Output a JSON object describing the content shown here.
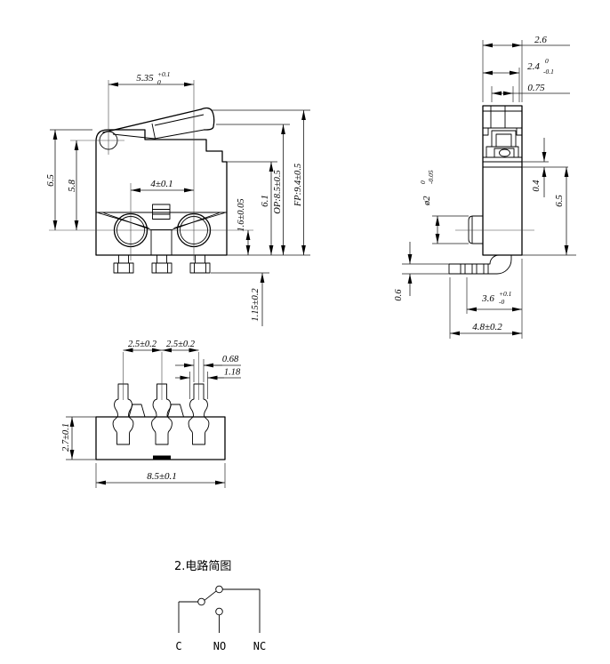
{
  "drawing": {
    "front_view": {
      "dim_lever": {
        "value": "5.35",
        "tol_up": "+0.1",
        "tol_dn": "0"
      },
      "dim_total_height": "6.5",
      "dim_hinge_height": "5.8",
      "dim_hole_pitch": "4±0.1",
      "dim_center_bottom": "1.6±0.05",
      "dim_case_height": "6.1",
      "dim_op": "OP:8.5±0.5",
      "dim_fp": "FP:9.4±0.5",
      "dim_pin_protrusion": "1.15±0.2"
    },
    "side_view": {
      "dim_width_top": "2.6",
      "dim_width_upper": {
        "value": "2.4",
        "tol_up": "0",
        "tol_dn": "-0.1"
      },
      "dim_plunger_width": "0.75",
      "dim_step": "0.4",
      "dim_case_height": "6.5",
      "dim_boss_dia": {
        "value": "ø2",
        "tol_up": "0",
        "tol_dn": "-0.05"
      },
      "dim_pin_thickness": "0.6",
      "dim_pin_bend": {
        "value": "3.6",
        "tol_up": "+0.1",
        "tol_dn": "-0"
      },
      "dim_pin_length": "4.8±0.2"
    },
    "bottom_view": {
      "dim_pitch_left": "2.5±0.2",
      "dim_pitch_right": "2.5±0.2",
      "dim_pin_width": "0.68",
      "dim_pin_barb": "1.18",
      "dim_base_thickness": "2.7±0.1",
      "dim_base_width": "8.5±0.1"
    },
    "circuit": {
      "heading": "2.电路简图",
      "terminals": [
        "C",
        "NO",
        "NC"
      ]
    }
  }
}
